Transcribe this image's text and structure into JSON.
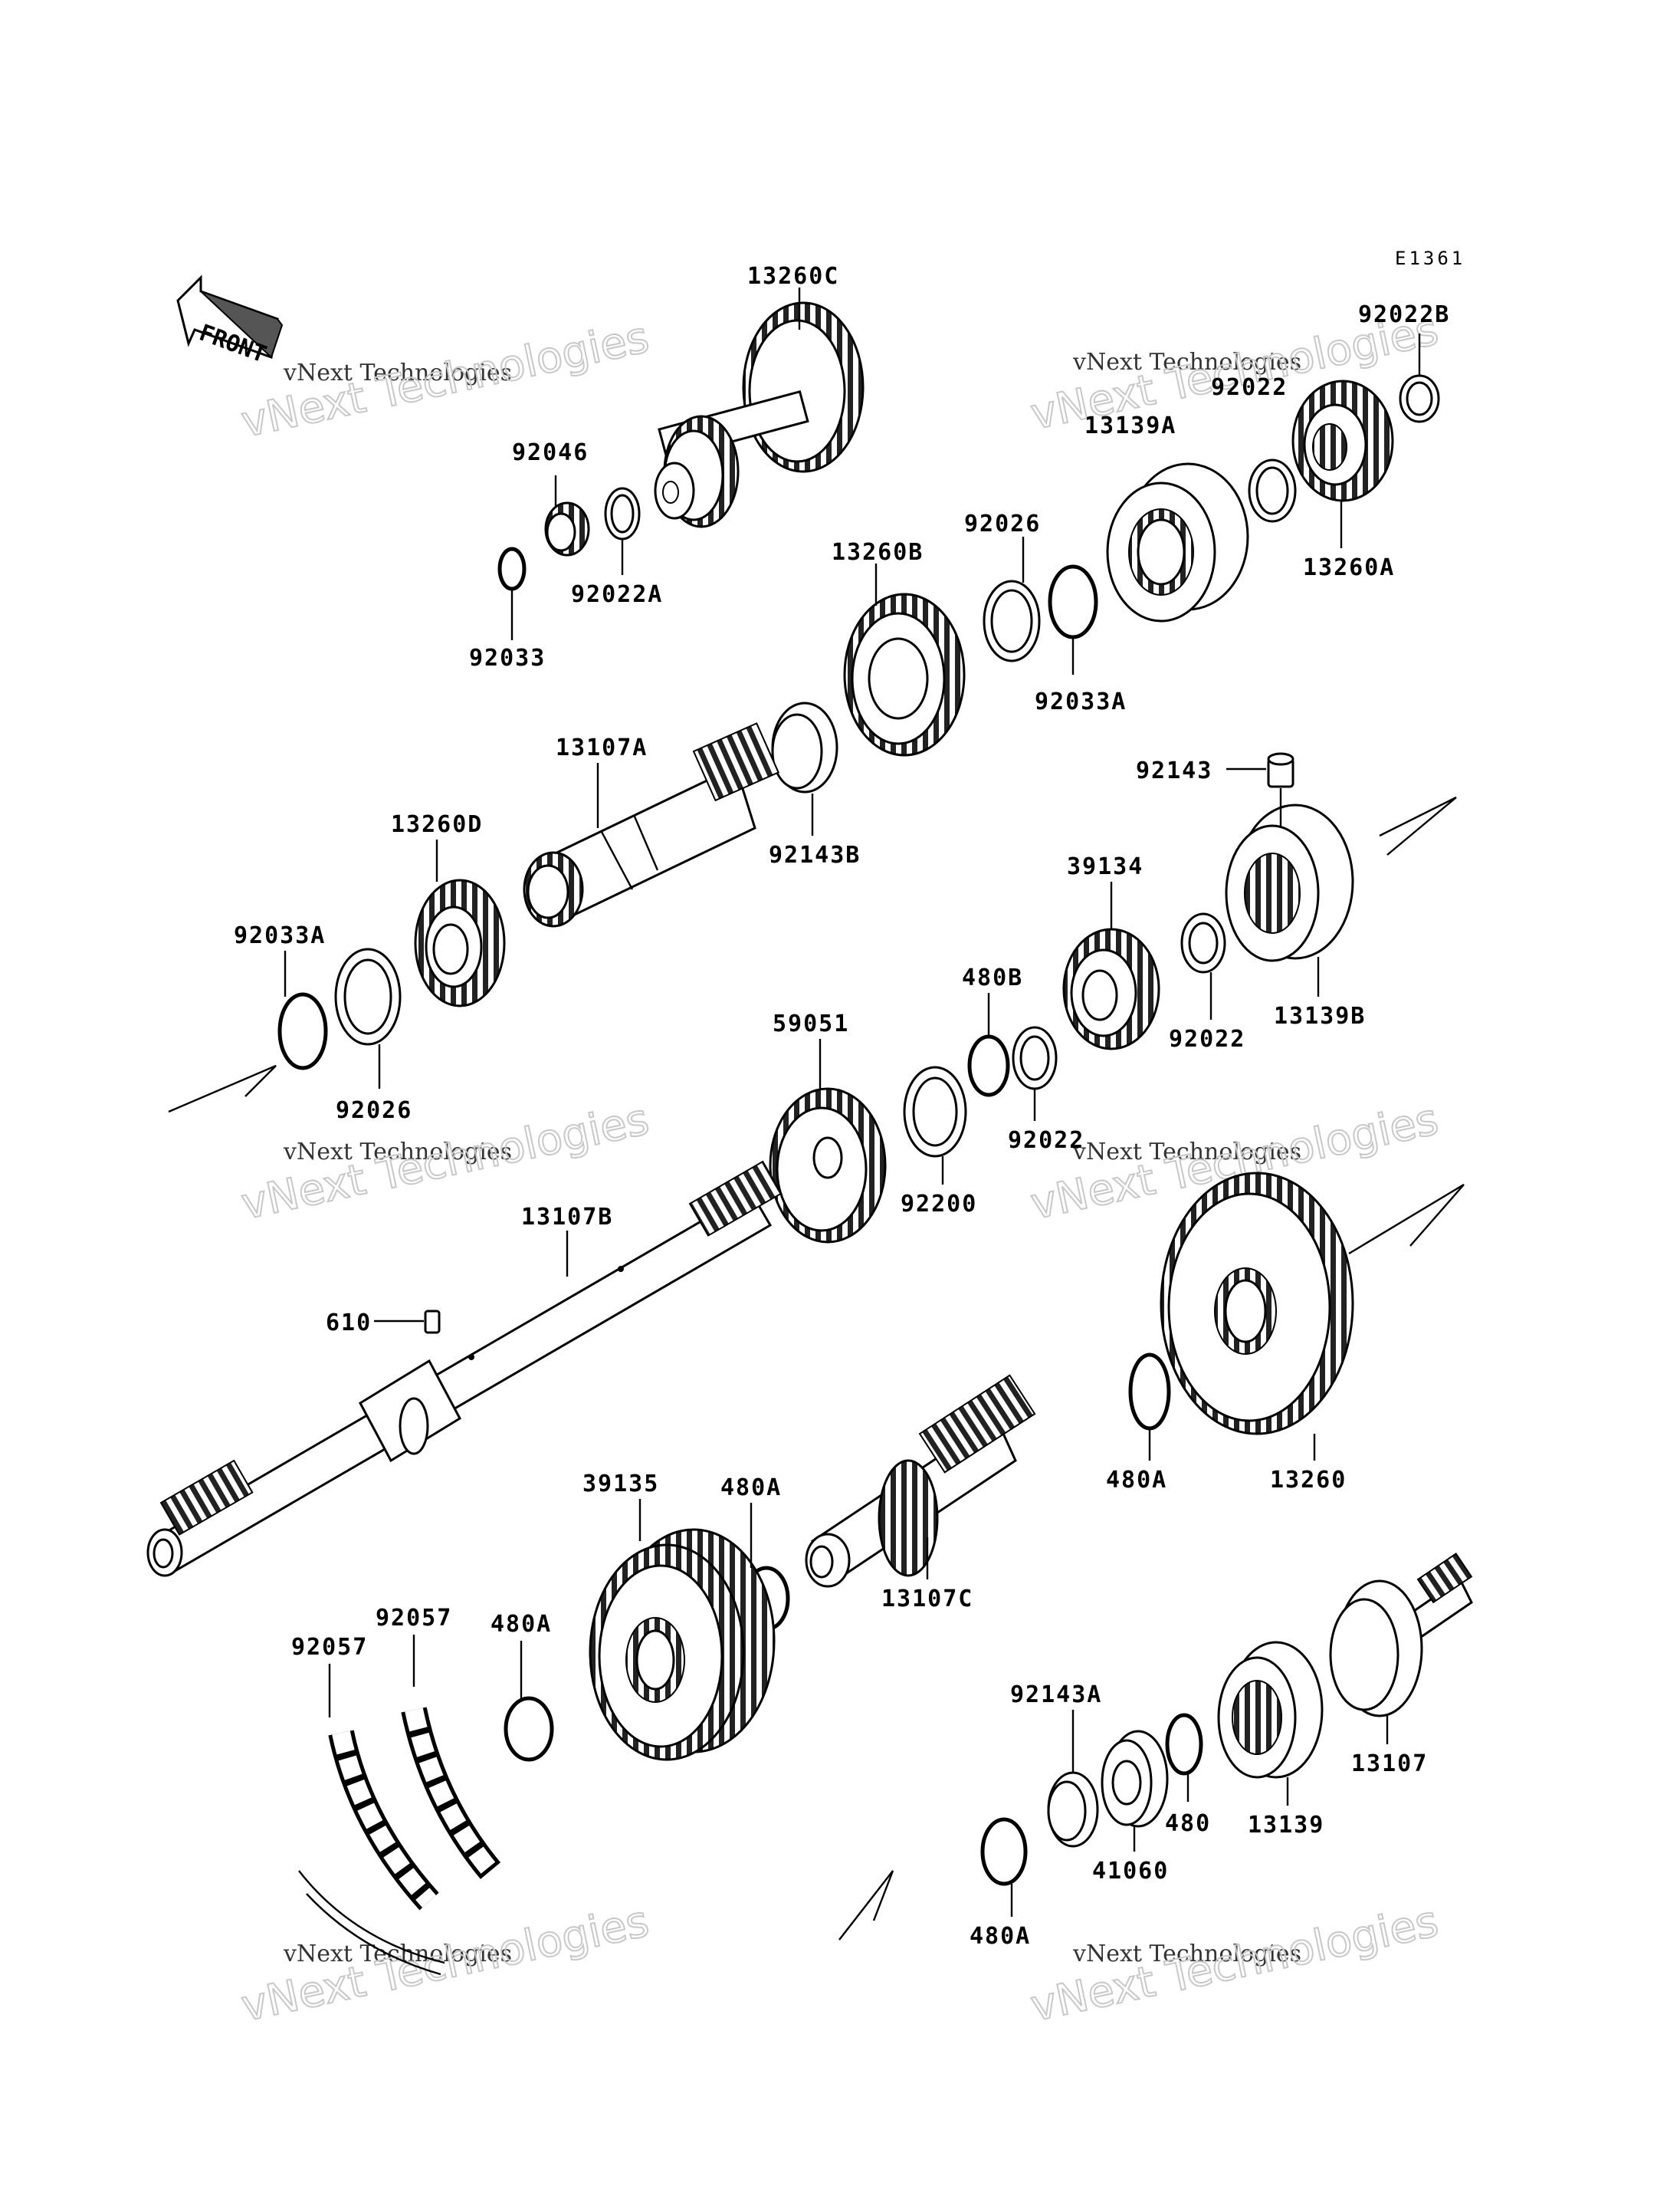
{
  "diagram": {
    "code": "E1361",
    "front_label": "FRONT",
    "watermark_text": "vNext Technologies",
    "labels": {
      "p13260C": "13260C",
      "p92046": "92046",
      "p92022A": "92022A",
      "p92033": "92033",
      "p92022B": "92022B",
      "p92022_top": "92022",
      "p13139A": "13139A",
      "p13260A": "13260A",
      "p92026_top": "92026",
      "p92033A_top": "92033A",
      "p13260B": "13260B",
      "p13107A": "13107A",
      "p92143B": "92143B",
      "p13260D": "13260D",
      "p92033A_left": "92033A",
      "p92026_left": "92026",
      "p92143": "92143",
      "p39134": "39134",
      "p13139B": "13139B",
      "p480B": "480B",
      "p92022_mid": "92022",
      "p92022_mid2": "92022",
      "p59051": "59051",
      "p92200": "92200",
      "p13107B": "13107B",
      "p610": "610",
      "p13260": "13260",
      "p480A_right": "480A",
      "p39135": "39135",
      "p480A_mid": "480A",
      "p13107C": "13107C",
      "p92057_a": "92057",
      "p92057_b": "92057",
      "p480A_left": "480A",
      "p92143A": "92143A",
      "p480": "480",
      "p13139": "13139",
      "p13107": "13107",
      "p41060": "41060",
      "p480A_bottom": "480A"
    }
  }
}
